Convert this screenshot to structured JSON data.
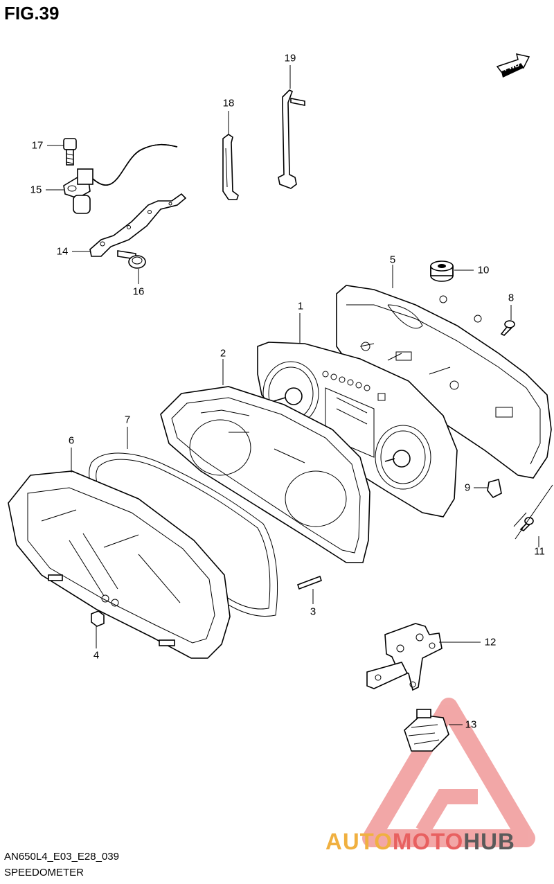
{
  "header": {
    "figure_title": "FIG.39"
  },
  "fwd_marker": {
    "label": "FWD"
  },
  "callouts": [
    {
      "number": "1"
    },
    {
      "number": "2"
    },
    {
      "number": "3"
    },
    {
      "number": "4"
    },
    {
      "number": "5"
    },
    {
      "number": "6"
    },
    {
      "number": "7"
    },
    {
      "number": "8"
    },
    {
      "number": "9"
    },
    {
      "number": "10"
    },
    {
      "number": "11"
    },
    {
      "number": "12"
    },
    {
      "number": "13"
    },
    {
      "number": "14"
    },
    {
      "number": "15"
    },
    {
      "number": "16"
    },
    {
      "number": "17"
    },
    {
      "number": "18"
    },
    {
      "number": "19"
    }
  ],
  "footer": {
    "model_code": "AN650L4_E03_E28_039",
    "section_name": "SPEEDOMETER"
  },
  "watermark": {
    "part_1": "AUTO",
    "part_2": "MOTO",
    "part_3": "HUB",
    "color_light": "#f0b040",
    "color_main": "#e86060",
    "color_dark": "#5a5a5a"
  }
}
